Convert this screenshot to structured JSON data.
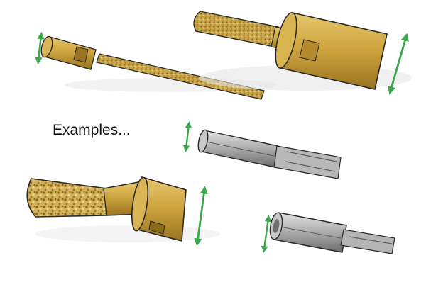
{
  "caption": "Examples...",
  "colors": {
    "gold": "#c8a032",
    "gold_light": "#e2c06a",
    "gold_dark": "#8c6a18",
    "grit": "#a98a3e",
    "steel": "#9a9a9a",
    "steel_light": "#d0d0d0",
    "steel_dark": "#5e5e5e",
    "arrow": "#3aa84a",
    "outline": "#2a2a2a"
  },
  "items": [
    "gold-pencil-burr-thin",
    "gold-cylinder-burr-large",
    "steel-hex-adapter-slotted",
    "gold-tapered-burr-coarse",
    "steel-hex-adapter-shank"
  ]
}
